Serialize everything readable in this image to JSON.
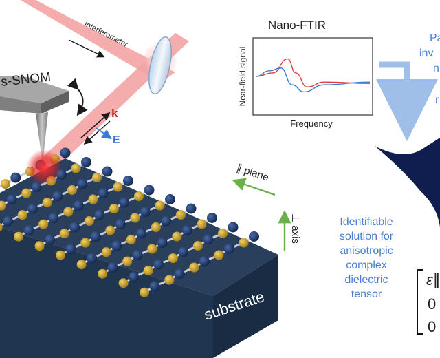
{
  "labels": {
    "interferometer": "Interferometer",
    "ssnom": "s-SNOM",
    "k": "k",
    "e": "E",
    "par_plane": "∥ plane",
    "perp_axis": "⊥ axis",
    "substrate": "substrate",
    "nanoftir_title": "Nano-FTIR",
    "y_axis": "Near-field signal",
    "x_axis": "Frequency",
    "right_top": [
      "Pa",
      "inv",
      "n",
      "r"
    ],
    "solution": [
      "Identifiable",
      "solution for",
      "anisotropic",
      "complex",
      "dielectric",
      "tensor"
    ],
    "tensor_top": "ε∥",
    "tensor_mid": "0",
    "tensor_bot": "0"
  },
  "colors": {
    "beam": "#f3a3a3",
    "gold_atom": "#c9a227",
    "navy_atom": "#1f3b6b",
    "substrate_top": "#2a3f5c",
    "substrate_side": "#1d2f47",
    "label_blue": "#4a7fd1",
    "arrow_green": "#6ab04c",
    "curve_red": "#e03c3c",
    "curve_blue": "#3a7bd5",
    "dark_shape": "#0f1e4f"
  },
  "chart_data": {
    "type": "line",
    "title": "Nano-FTIR",
    "xlabel": "Frequency",
    "ylabel": "Near-field signal",
    "series": [
      {
        "color": "#e03c3c",
        "values": [
          [
            0,
            0.5
          ],
          [
            0.15,
            0.55
          ],
          [
            0.28,
            0.75
          ],
          [
            0.35,
            0.55
          ],
          [
            0.45,
            0.35
          ],
          [
            0.6,
            0.42
          ],
          [
            1,
            0.4
          ]
        ]
      },
      {
        "color": "#3a7bd5",
        "values": [
          [
            0,
            0.5
          ],
          [
            0.12,
            0.58
          ],
          [
            0.22,
            0.62
          ],
          [
            0.32,
            0.38
          ],
          [
            0.42,
            0.28
          ],
          [
            0.6,
            0.38
          ],
          [
            1,
            0.42
          ]
        ]
      }
    ]
  }
}
